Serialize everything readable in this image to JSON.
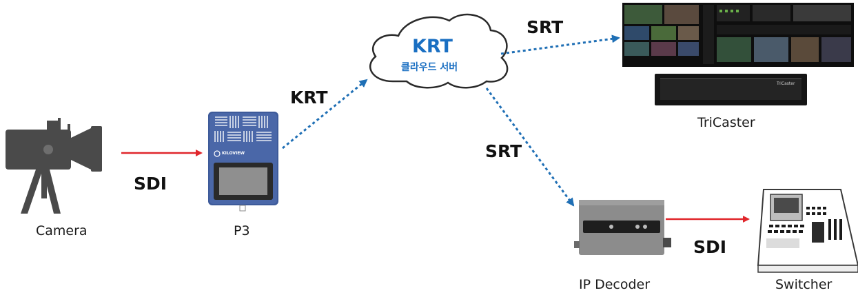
{
  "nodes": {
    "camera": "Camera",
    "p3": "P3",
    "cloud_title": "KRT",
    "cloud_subtitle": "클라우드 서버",
    "tricaster": "TriCaster",
    "ip_decoder": "IP Decoder",
    "switcher": "Switcher"
  },
  "edges": {
    "camera_p3": "SDI",
    "p3_cloud": "KRT",
    "cloud_tricaster": "SRT",
    "cloud_decoder": "SRT",
    "decoder_switcher": "SDI"
  },
  "device_text": {
    "p3_brand": "KILOVIEW",
    "tricaster_brand": "TriCaster"
  },
  "colors": {
    "sdi_arrow": "#e0262b",
    "network_arrow": "#1f6fb5",
    "cloud_text": "#1a6fc2",
    "p3_body": "#3d5a99"
  }
}
